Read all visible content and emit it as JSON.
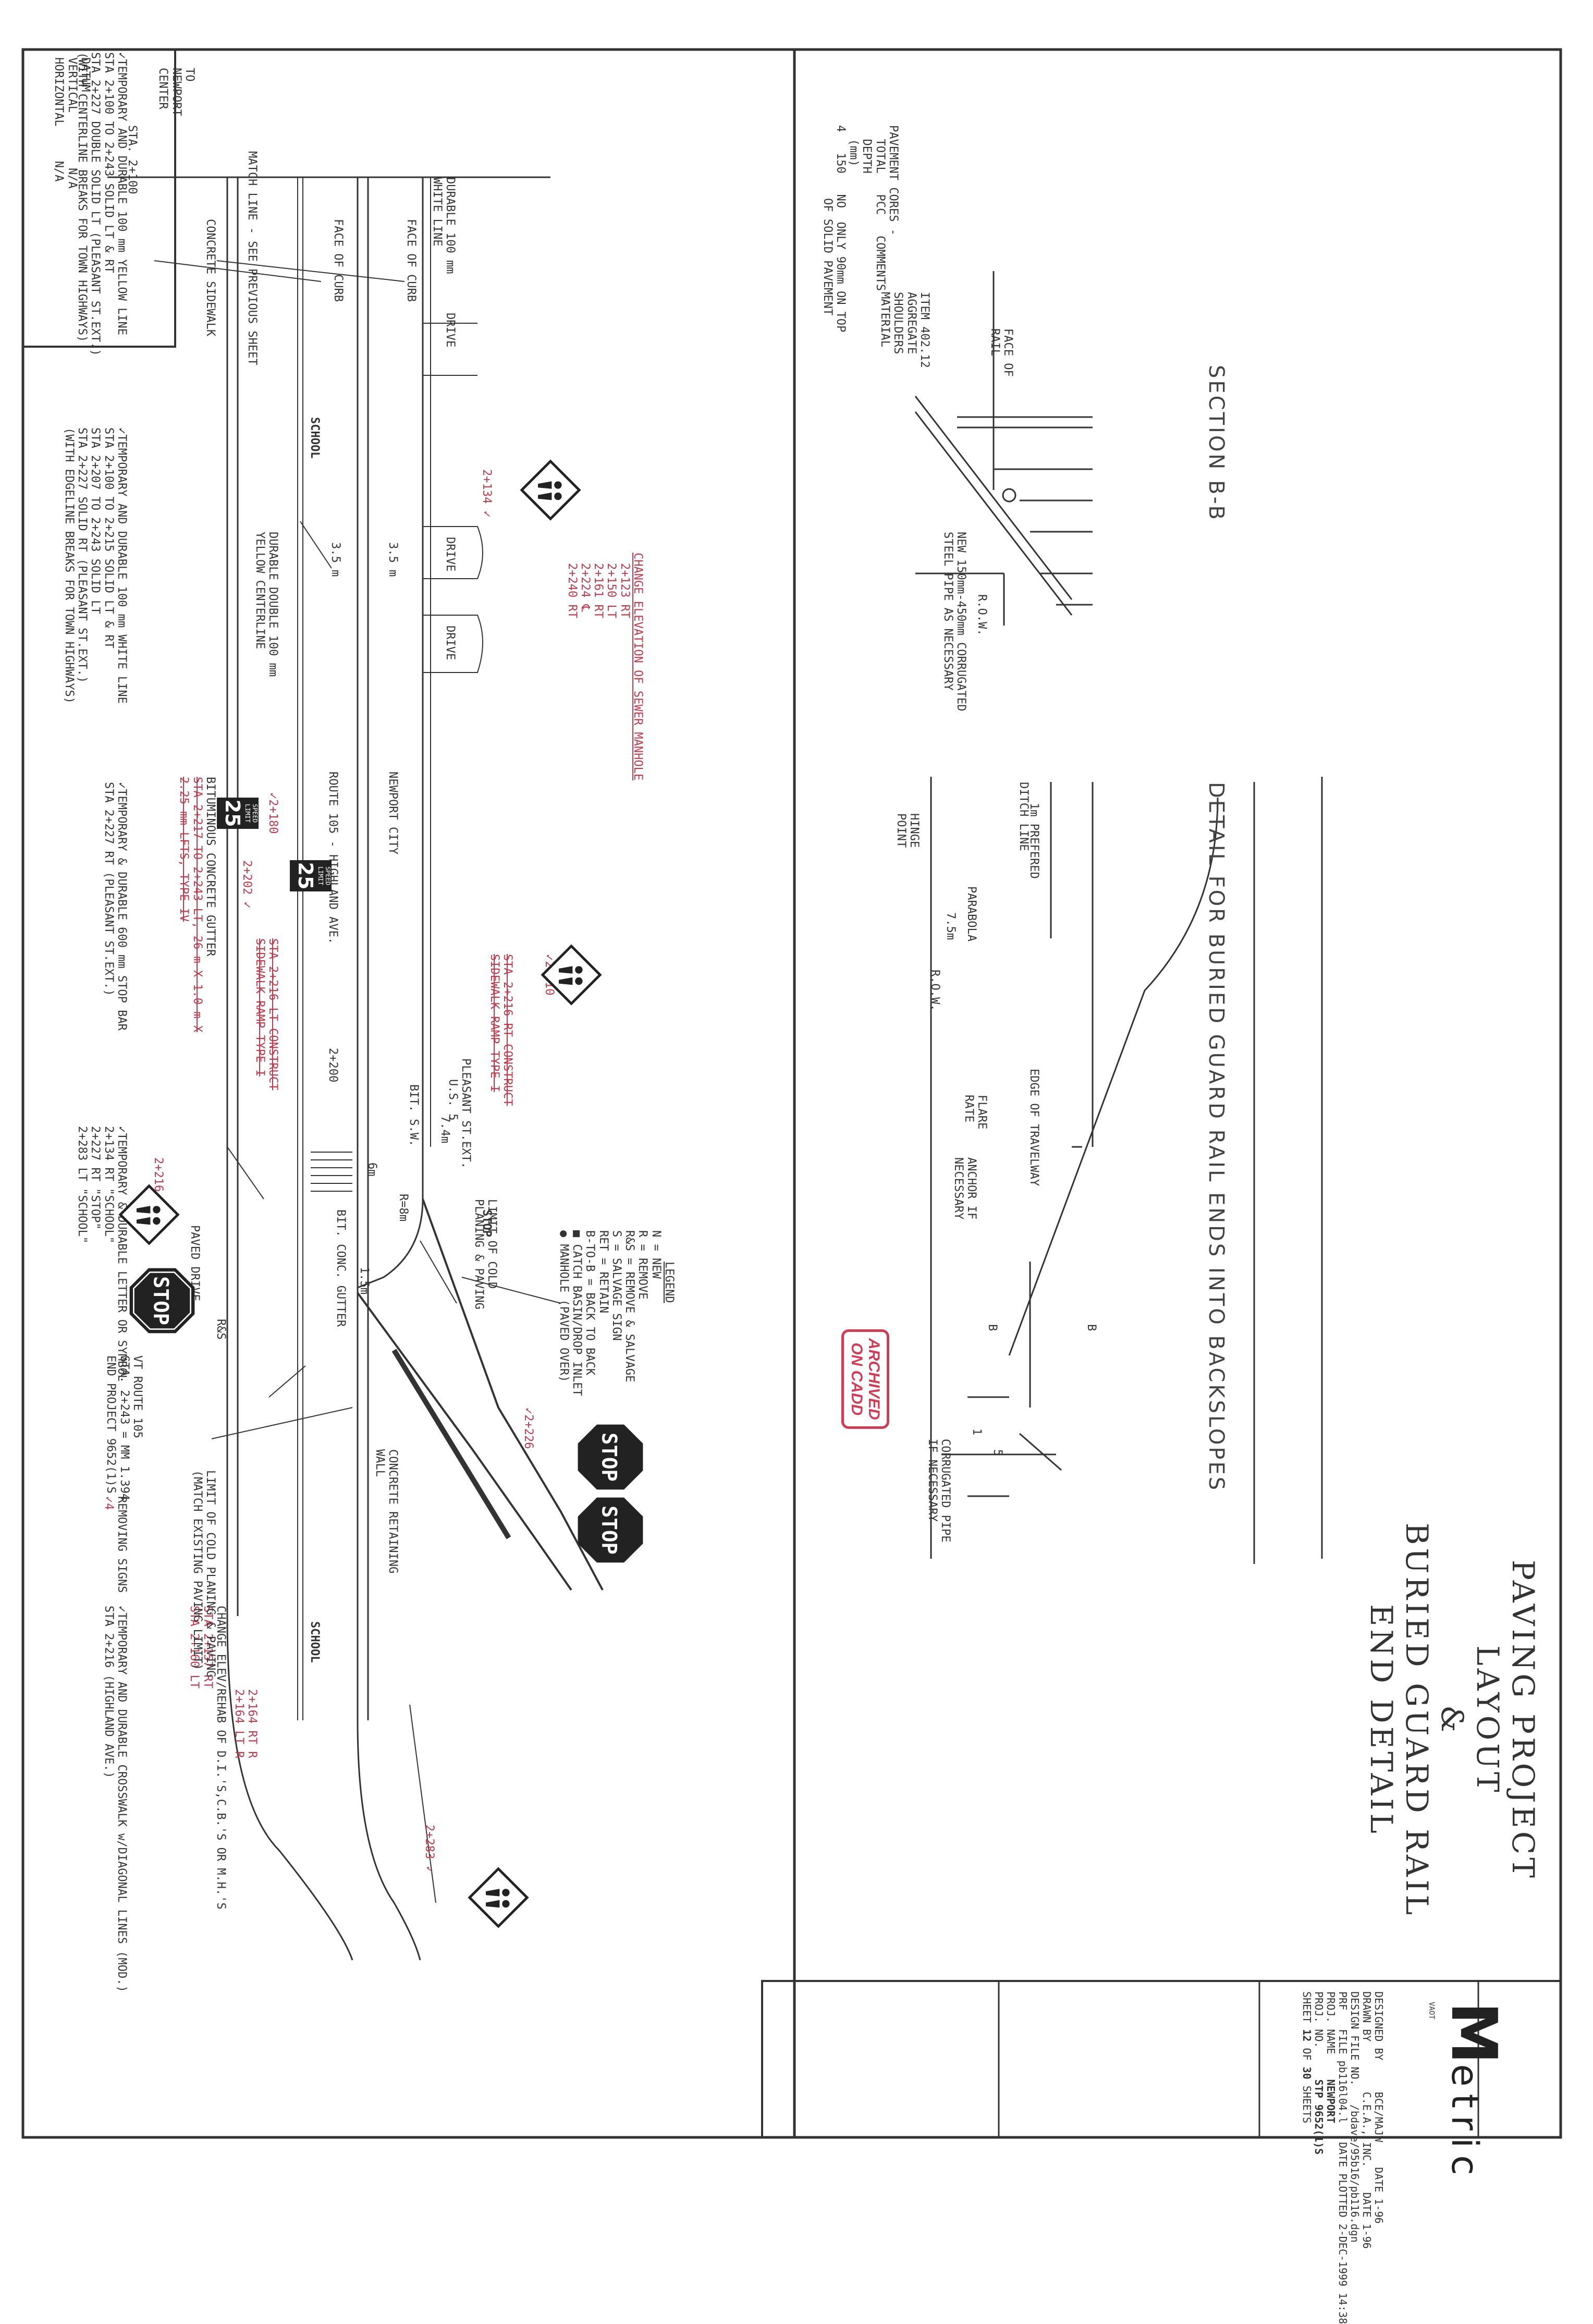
{
  "notes_top": [
    "✓TEMPORARY AND DURABLE 100 mm YELLOW LINE",
    "STA 2+100 TO 2+243        SOLID LT & RT",
    "STA 2+227 DOUBLE SOLID LT (PLEASANT ST.EXT.)",
    "(WITH CENTERLINE BREAKS FOR TOWN HIGHWAYS)"
  ],
  "notes_white": [
    "✓TEMPORARY AND DURABLE 100 mm WHITE LINE",
    "STA 2+100 TO 2+215        SOLID LT & RT",
    "STA 2+207 TO 2+243        SOLID LT",
    "STA 2+227        SOLID RT (PLEASANT ST.EXT.)",
    "(WITH EDGELINE BREAKS FOR TOWN HIGHWAYS)"
  ],
  "notes_stopbar": [
    "✓TEMPORARY & DURABLE 600 mm STOP BAR",
    "STA 2+227 RT        (PLEASANT ST.EXT.)"
  ],
  "notes_letter": [
    "✓TEMPORARY & DURABLE LETTER OR SYMBOL",
    "2+134 RT           \"SCHOOL\"",
    "2+227 RT           \"STOP\"",
    "2+283 LT           \"SCHOOL\""
  ],
  "notes_removing": [
    "REMOVING SIGNS",
    "✓4"
  ],
  "notes_crosswalk": [
    "✓TEMPORARY AND DURABLE CROSSWALK w/DIAGONAL LINES (MOD.)",
    "STA 2+216                                   (HIGHLAND AVE.)"
  ],
  "notes_change_elev_dl": [
    "CHANGE ELEV/REHAB OF D.I.'S,C.B.'S OR M.H.'S",
    "STA 2+157 RT",
    "STA 2+160 LT"
  ],
  "notes_change_elev_dl_red": [
    "2+164 RT R",
    "2+164 LT R"
  ],
  "notes_sewer": [
    "CHANGE ELEVATION OF SEWER MANHOLE",
    "2+123 RT",
    "2+150 LT",
    "2+161 RT",
    "2+224 ℄",
    "2+240 RT"
  ],
  "notes_gutter": [
    "BITUMINOUS CONCRETE GUTTER",
    "STA 2+217 TO 2+243 LT, 26 m X 1.0 m X",
    "2.25 mm LFTS, TYPE IV"
  ],
  "notes_ramp_rt": [
    "STA 2+216 RT CONSTRUCT",
    "SIDEWALK RAMP TYPE I"
  ],
  "notes_ramp_lt": [
    "STA 2+216 LT CONSTRUCT",
    "SIDEWALK RAMP TYPE I"
  ],
  "labels": {
    "sta_start": "STA. 2+100",
    "to_newport": "TO",
    "newport_center_1": "NEWPORT",
    "newport_center_2": "CENTER",
    "match_line": "MATCH LINE - SEE PREVIOUS SHEET",
    "concrete_sidewalk": "CONCRETE SIDEWALK",
    "face_of_curb": "FACE OF CURB",
    "face_of_curb2": "FACE OF CURB",
    "durable_white": "DURABLE 100 mm",
    "durable_white2": "WHITE LINE",
    "drive1": "DRIVE",
    "drive2": "DRIVE",
    "drive3": "DRIVE",
    "durable_yellow1": "DURABLE DOUBLE 100 mm",
    "durable_yellow2": "YELLOW CENTERLINE",
    "lane1": "3.5 m",
    "lane2": "3.5 m",
    "route": "ROUTE 105 - HIGHLAND AVE.",
    "newport_city": "NEWPORT CITY",
    "sta_2200": "2+200",
    "school1": "SCHOOL",
    "school2": "SCHOOL",
    "stop_mark": "STOP",
    "pleasant": "PLEASANT ST.EXT.",
    "us5": "U.S. 5",
    "bit_sw": "BIT. S.W.",
    "dim74": "7.4m",
    "dim6": "6m",
    "dim15": "1.5m",
    "r8": "R=8m",
    "paved_drive": "PAVED DRIVE",
    "bit_conc_gutter": "BIT. CONC. GUTTER",
    "conc_wall1": "CONCRETE RETAINING",
    "conc_wall2": "WALL",
    "vt_route": "VT ROUTE 105",
    "sta_mm": "STA. 2+243 = MM 1.394",
    "end_project": "END PROJECT 9652(1)S",
    "limit_cold1": "LIMIT OF COLD PLANING & PAVING",
    "limit_cold2": "(MATCH EXISTING PAVING LIMIT)",
    "limit_cold3": "LIMIT OF COLD",
    "limit_cold4": "PLANING & PAVING",
    "sign_134": "2+134 ✓",
    "sign_180": "✓2+180",
    "sign_202": "2+202 ✓",
    "sign_210": "✓2+210",
    "sign_216": "2+216 ✓",
    "sign_226": "✓2+226",
    "sign_283": "2+283 ✓",
    "r_s": "R&S",
    "speed_val": "25",
    "speed_txt": "SPEED LIMIT"
  },
  "legend": {
    "title": "LEGEND",
    "items": [
      "N    =   NEW",
      "R    =   REMOVE",
      "R&S  =   REMOVE & SALVAGE",
      "S    =   SALVAGE SIGN",
      "RET  =   RETAIN",
      "B-TO-B = BACK TO BACK",
      "■    CATCH BASIN/DROP INLET",
      "●    MANHOLE (PAVED OVER)"
    ]
  },
  "pavement_cores": {
    "title": "PAVEMENT CORES -",
    "header": [
      "TOTAL",
      "PCC",
      "COMMENTS"
    ],
    "header2": [
      "DEPTH"
    ],
    "header3": [
      "(mm)"
    ],
    "row": [
      "4",
      "150",
      "NO",
      "ONLY 90mm ON TOP"
    ],
    "row2": "OF SOLID PAVEMENT"
  },
  "datum": {
    "label": "DATUM",
    "vertical": "VERTICAL",
    "horizontal": "HORIZONTAL",
    "v_val": "N/A",
    "h_val": "N/A"
  },
  "section_bb": {
    "title": "SECTION B-B",
    "item": [
      "ITEM 402.12",
      "AGGREGATE",
      "SHOULDERS",
      "MATERIAL"
    ],
    "face_rail": [
      "FACE OF",
      "RAIL"
    ],
    "new_pipe": [
      "NEW 150mm-450mm CORRUGATED",
      "STEEL PIPE AS NECESSARY"
    ],
    "row": "R.O.W."
  },
  "detail": {
    "title": "DETAIL FOR BURIED GUARD RAIL ENDS INTO BACKSLOPES",
    "hinge": [
      "HINGE",
      "POINT"
    ],
    "ditch": "DITCH LINE",
    "pref": "1m  PREFERED",
    "parabola": "PARABOLA",
    "dim75": "7.5m",
    "row": "R.O.W.",
    "flare": [
      "FLARE",
      "RATE"
    ],
    "edge": "EDGE OF TRAVELWAY",
    "anchor": [
      "ANCHOR IF",
      "NECESSARY"
    ],
    "corr": [
      "CORRUGATED PIPE",
      "IF NECESSARY"
    ],
    "b": "B",
    "one": "1",
    "five": "5"
  },
  "archived": [
    "ARCHIVED",
    "ON CADD"
  ],
  "title_block": {
    "title_lines": [
      "PAVING PROJECT",
      "LAYOUT",
      "&",
      "BURIED GUARD RAIL",
      "END DETAIL"
    ],
    "logo": "etric",
    "logo_tag": "VAOT",
    "designed_by": "DESIGNED BY",
    "designed_val": "BCE/MAJW",
    "drawn_by": "DRAWN BY",
    "drawn_val": "C.E.A., INC.",
    "date1": "DATE  1-96",
    "date2": "DATE  1-96",
    "design_file": "DESIGN FILE NO.",
    "design_file_val": "/bdave/95b16/pb116.dgn",
    "prf": "PRF",
    "file": "FILE",
    "file_val": "pb116l04.l",
    "date_plotted": "DATE PLOTTED",
    "plotted_val": "2-DEC-1999 14:38",
    "proj_name": "PROJ. NAME",
    "proj_name_val": "NEWPORT",
    "proj_no": "PROJ. NO.",
    "proj_no_val": "STP 9652(1)S",
    "sheet": "SHEET",
    "sheet_no": "12",
    "of": "OF",
    "sheet_total": "30",
    "sheets": "SHEETS"
  },
  "colors": {
    "ink": "#333333",
    "redline": "#c0394b",
    "archived": "#d23d55",
    "sign_black": "#222222"
  }
}
